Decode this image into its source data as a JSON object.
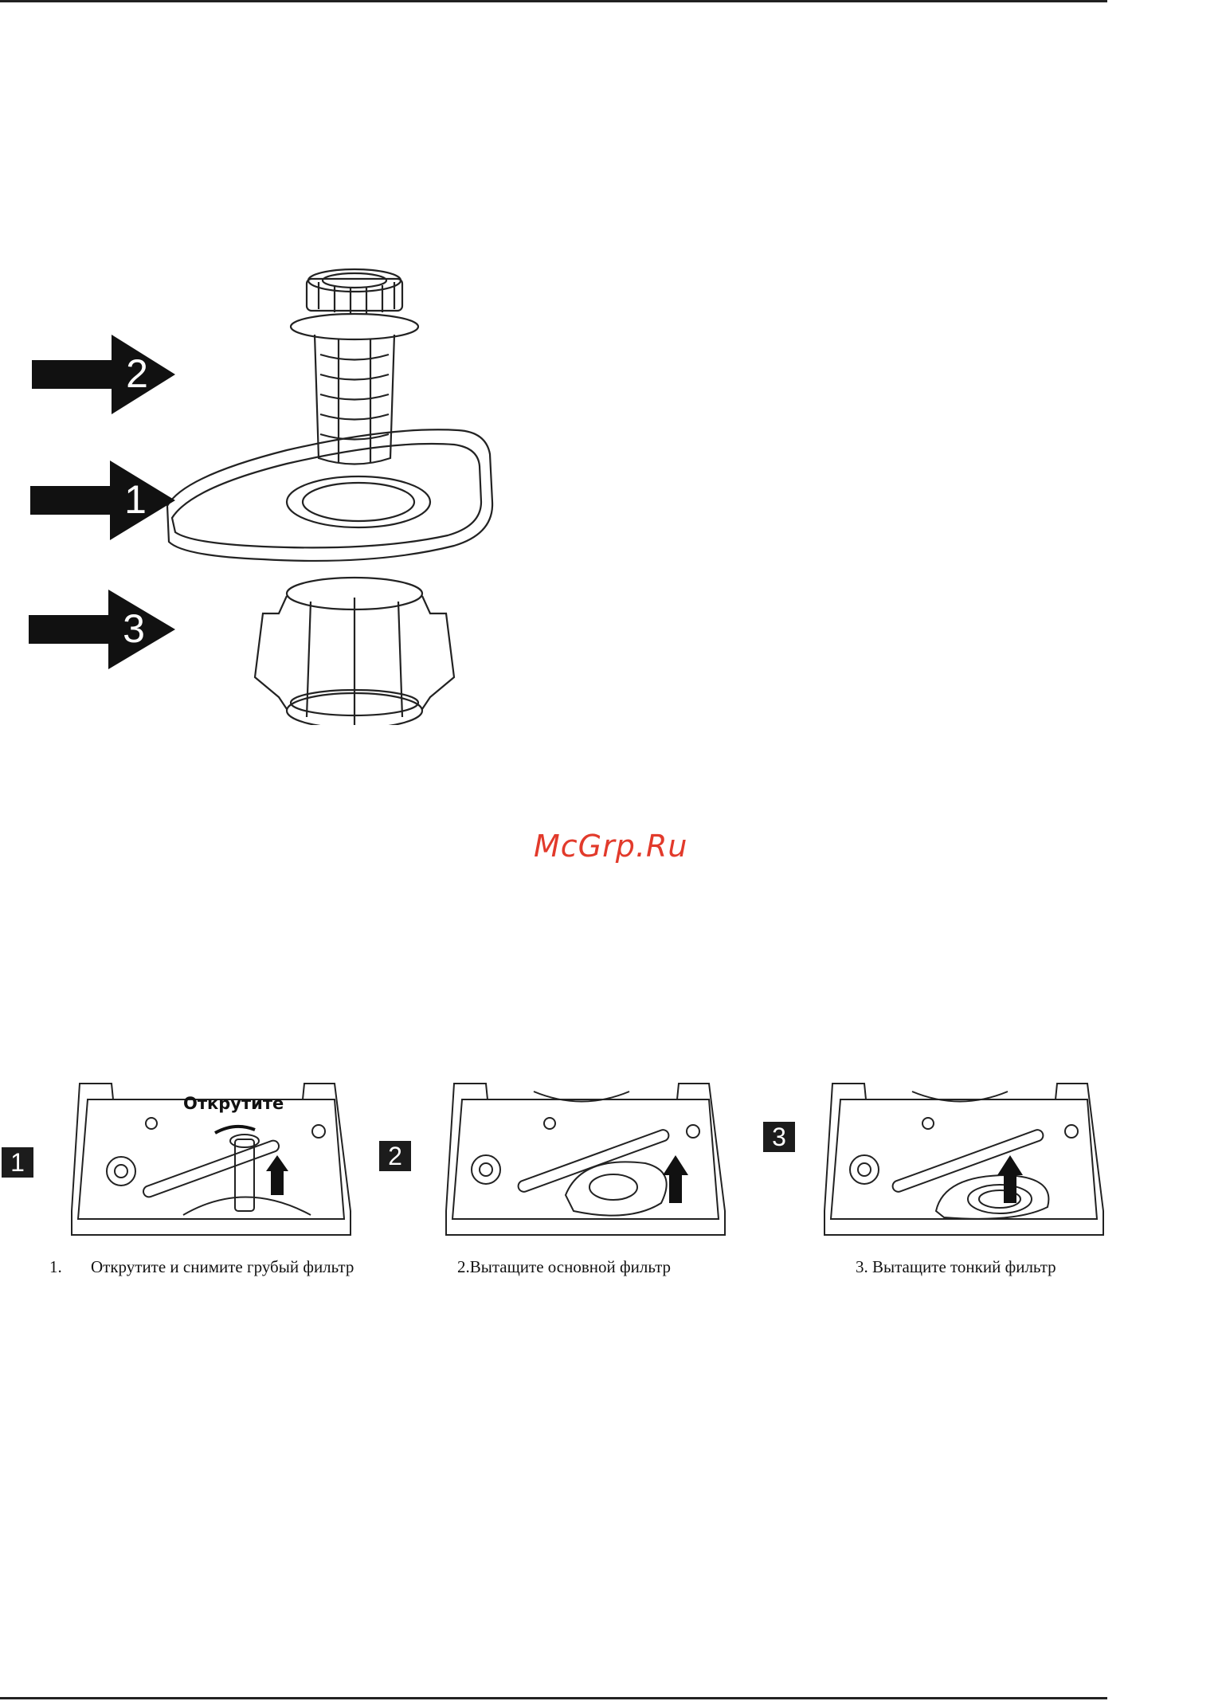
{
  "diagram": {
    "callouts": [
      {
        "number": "2",
        "part": "coarse-filter"
      },
      {
        "number": "1",
        "part": "main-filter"
      },
      {
        "number": "3",
        "part": "fine-filter"
      }
    ]
  },
  "watermark": "McGrp.Ru",
  "steps": [
    {
      "badge": "1",
      "twist_label": "Открутите",
      "caption_num": "1.",
      "caption": "Открутите и снимите грубый фильтр"
    },
    {
      "badge": "2",
      "caption": "2.Вытащите основной фильтр"
    },
    {
      "badge": "3",
      "caption": "3. Вытащите тонкий фильтр"
    }
  ],
  "colors": {
    "ink": "#111111",
    "watermark": "#e23a2b",
    "badge_bg": "#1c1c1c"
  }
}
